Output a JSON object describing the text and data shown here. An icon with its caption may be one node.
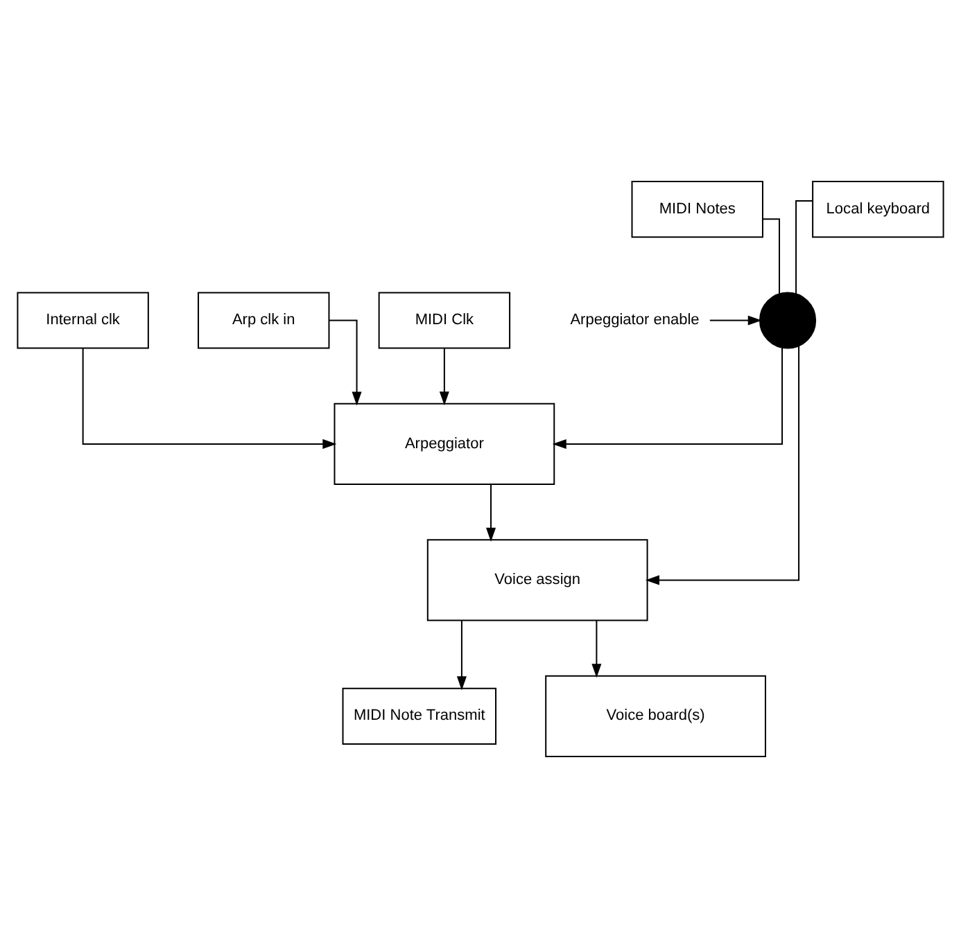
{
  "diagram": {
    "nodes": [
      {
        "text": [
          "MIDI Notes"
        ]
      },
      {
        "text": [
          "Local keyboard"
        ]
      },
      {
        "text": [],
        "shape": "switch"
      },
      {
        "text": [
          "Arpeggiator enable"
        ]
      },
      {
        "text": [
          "Internal clk"
        ]
      },
      {
        "text": [
          "Arp clk in"
        ]
      },
      {
        "text": [
          "Arpeggiator"
        ]
      },
      {
        "text": [
          "MIDI Clk"
        ]
      },
      {
        "text": [
          "Voice assign"
        ]
      },
      {
        "text": [
          "MIDI Note Transmit"
        ]
      },
      {
        "text": [
          "Voice board(s)"
        ]
      }
    ],
    "edges": [
      {
        "from": 0,
        "to": 2,
        "arrow": "none"
      },
      {
        "from": 1,
        "to": 2,
        "arrow": "none"
      },
      {
        "from": 3,
        "to": 2,
        "arrow": "to"
      },
      {
        "from": 2,
        "to": 6,
        "arrow": "to"
      },
      {
        "from": 2,
        "to": 8,
        "arrow": "to"
      },
      {
        "from": 4,
        "to": 6,
        "arrow": "to"
      },
      {
        "from": 5,
        "to": 6,
        "arrow": "to"
      },
      {
        "from": 7,
        "to": 6,
        "arrow": "to"
      },
      {
        "from": 6,
        "to": 8,
        "arrow": "to"
      },
      {
        "from": 8,
        "to": 9,
        "arrow": "to"
      },
      {
        "from": 8,
        "to": 10,
        "arrow": "to"
      }
    ]
  }
}
